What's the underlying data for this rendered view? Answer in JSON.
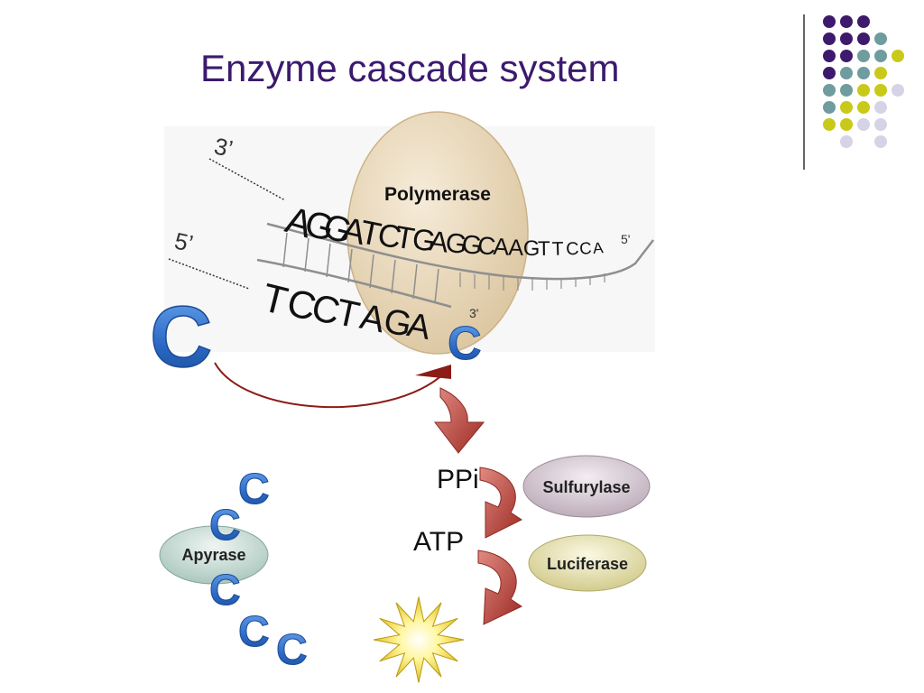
{
  "slide": {
    "title": "Enzyme cascade system"
  },
  "decor": {
    "dot_colors": {
      "purple": "#3d1a6b",
      "teal": "#6f9c9e",
      "yellow": "#c9c91a",
      "lavender": "#d6d3e6"
    },
    "dot_pattern": [
      [
        "purple",
        "purple",
        "purple",
        null,
        null
      ],
      [
        "purple",
        "purple",
        "purple",
        "teal",
        null
      ],
      [
        "purple",
        "purple",
        "teal",
        "teal",
        "yellow"
      ],
      [
        "purple",
        "teal",
        "teal",
        "yellow",
        null
      ],
      [
        "teal",
        "teal",
        "yellow",
        "yellow",
        "lavender"
      ],
      [
        "teal",
        "yellow",
        "yellow",
        "lavender",
        null
      ],
      [
        "yellow",
        "yellow",
        "lavender",
        "lavender",
        null
      ],
      [
        null,
        "lavender",
        null,
        "lavender",
        null
      ]
    ]
  },
  "diagram": {
    "polymerase_label": "Polymerase",
    "strand_top_end": "3’",
    "strand_bottom_end": "5’",
    "template_5prime": "5'",
    "primer_3prime": "3'",
    "template_sequence": [
      "A",
      "G",
      "G",
      "A",
      "T",
      "C",
      "T",
      "G",
      "A",
      "G",
      "G",
      "C",
      "A",
      "A",
      "G",
      "T",
      "T",
      "C",
      "C",
      "A"
    ],
    "primer_sequence": [
      "T",
      "C",
      "C",
      "T",
      "A",
      "G",
      "A"
    ],
    "nucleotide": "C",
    "ppi_label": "PPi",
    "atp_label": "ATP",
    "sulfurylase_label": "Sulfurylase",
    "luciferase_label": "Luciferase",
    "apyrase_label": "Apyrase",
    "colors": {
      "polymerase_fill": "#ecdcc0",
      "nucleotide_blue": "#2a67c4",
      "arrow_red": "#b03a34",
      "sulfurylase_fill": "#d9ccd6",
      "luciferase_fill": "#ece6b4",
      "apyrase_fill": "#c9dcd6",
      "flash_yellow": "#f4e64a"
    }
  }
}
